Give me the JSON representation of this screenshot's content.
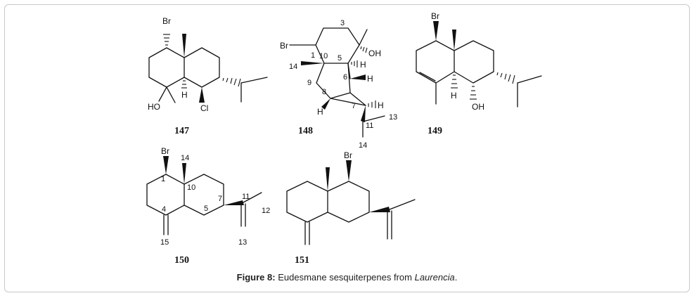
{
  "caption": {
    "label": "Figure 8:",
    "text": "Eudesmane sesquiterpenes from ",
    "genus": "Laurencia",
    "end": "."
  },
  "compounds": [
    {
      "id": "147",
      "atoms": {
        "br": "Br",
        "ho": "HO",
        "h": "H",
        "cl": "Cl"
      }
    },
    {
      "id": "148",
      "atoms": {
        "br": "Br",
        "oh": "OH",
        "h_a": "H",
        "h_b": "H",
        "h_c": "H",
        "h_d": "H"
      },
      "numbers": {
        "n1": "1",
        "n3": "3",
        "n5": "5",
        "n6": "6",
        "n7": "7",
        "n8": "8",
        "n9": "9",
        "n10": "10",
        "n11": "11",
        "n13": "13",
        "n14a": "14",
        "n14b": "14"
      }
    },
    {
      "id": "149",
      "atoms": {
        "br": "Br",
        "h": "H",
        "oh": "OH"
      }
    },
    {
      "id": "150",
      "atoms": {
        "br": "Br"
      },
      "numbers": {
        "n1": "1",
        "n4": "4",
        "n5": "5",
        "n7": "7",
        "n10": "10",
        "n11": "11",
        "n12": "12",
        "n13": "13",
        "n14": "14",
        "n15": "15"
      }
    },
    {
      "id": "151",
      "atoms": {
        "br": "Br"
      }
    }
  ]
}
